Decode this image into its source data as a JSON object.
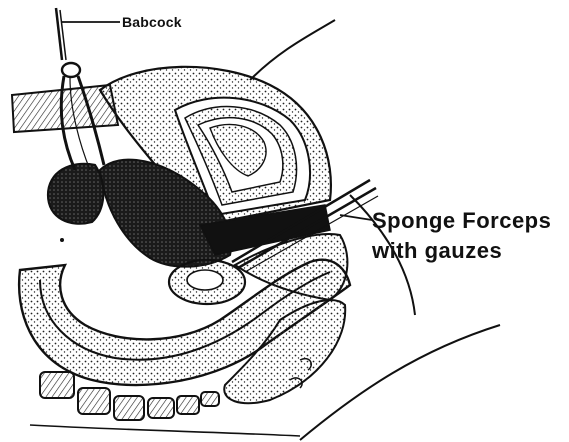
{
  "labels": {
    "babcock": "Babcock",
    "sponge_forceps_line1": "Sponge Forceps",
    "sponge_forceps_line2": "with gauzes"
  },
  "colors": {
    "ink": "#111111",
    "paper": "#ffffff",
    "stipple": "#333333"
  }
}
